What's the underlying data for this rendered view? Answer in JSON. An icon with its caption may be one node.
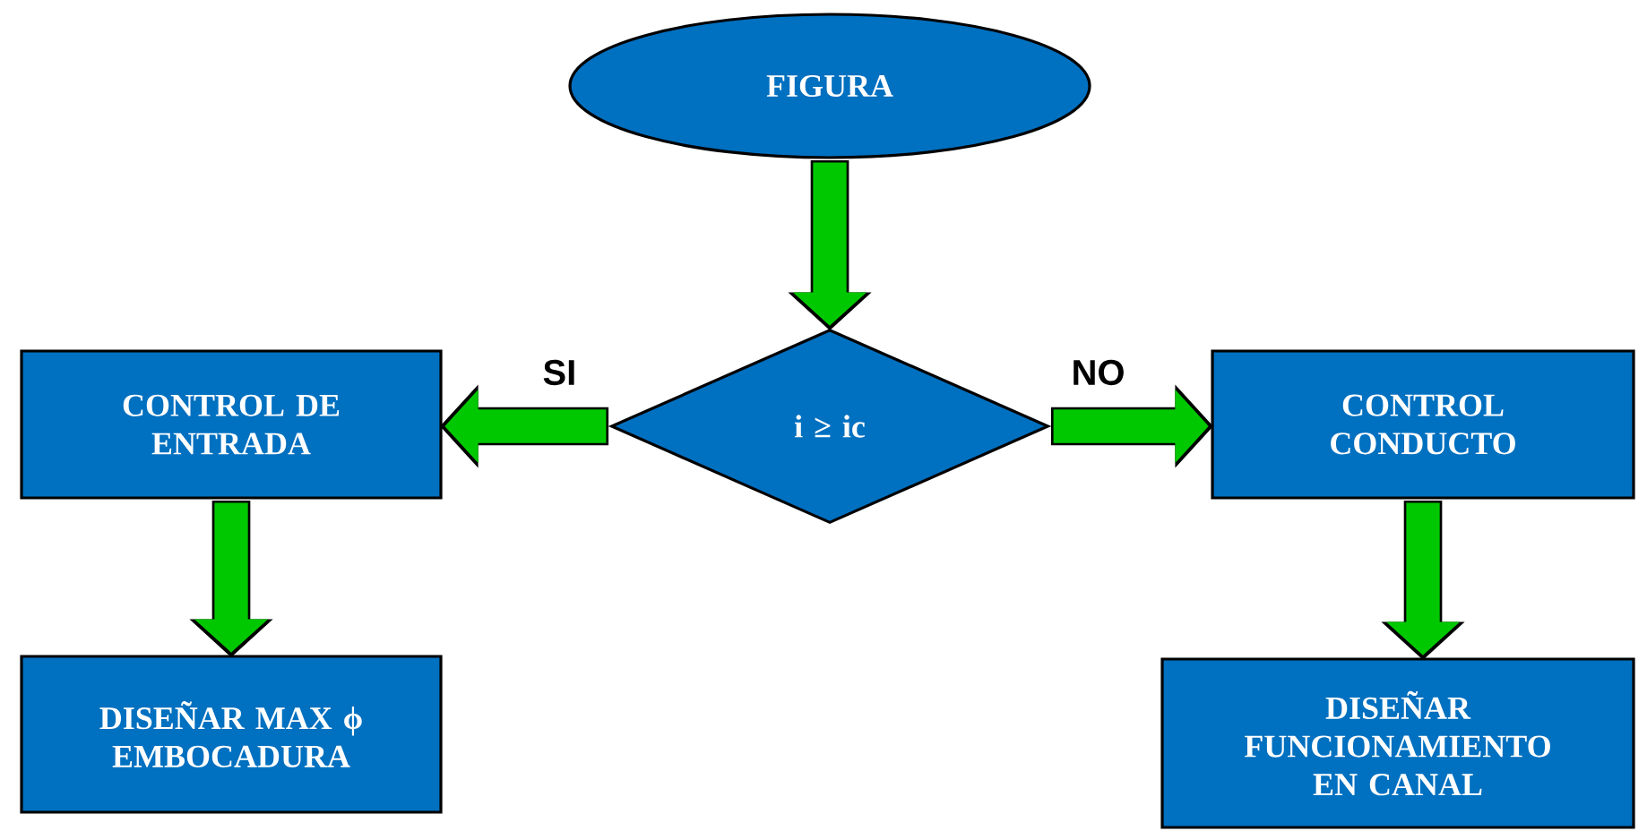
{
  "diagram": {
    "nodes": [
      {
        "text": [
          "FIGURA"
        ]
      },
      {
        "text": [
          "i ≥ ic"
        ]
      },
      {
        "text": [
          "CONTROL DE ENTRADA"
        ]
      },
      {
        "text": [
          "CONTROL CONDUCTO"
        ]
      },
      {
        "text": [
          "DISEÑAR MAX ϕ EMBOCADURA"
        ]
      },
      {
        "text": [
          "DISEÑAR FUNCIONAMIENTO EN CANAL"
        ]
      }
    ],
    "edges": [
      {
        "from": 0,
        "to": 1,
        "arrow": "to"
      },
      {
        "from": 1,
        "to": 2,
        "arrow": "to",
        "label": "SI"
      },
      {
        "from": 1,
        "to": 3,
        "arrow": "to",
        "label": "NO"
      },
      {
        "from": 2,
        "to": 4,
        "arrow": "to"
      },
      {
        "from": 3,
        "to": 5,
        "arrow": "to"
      }
    ]
  }
}
